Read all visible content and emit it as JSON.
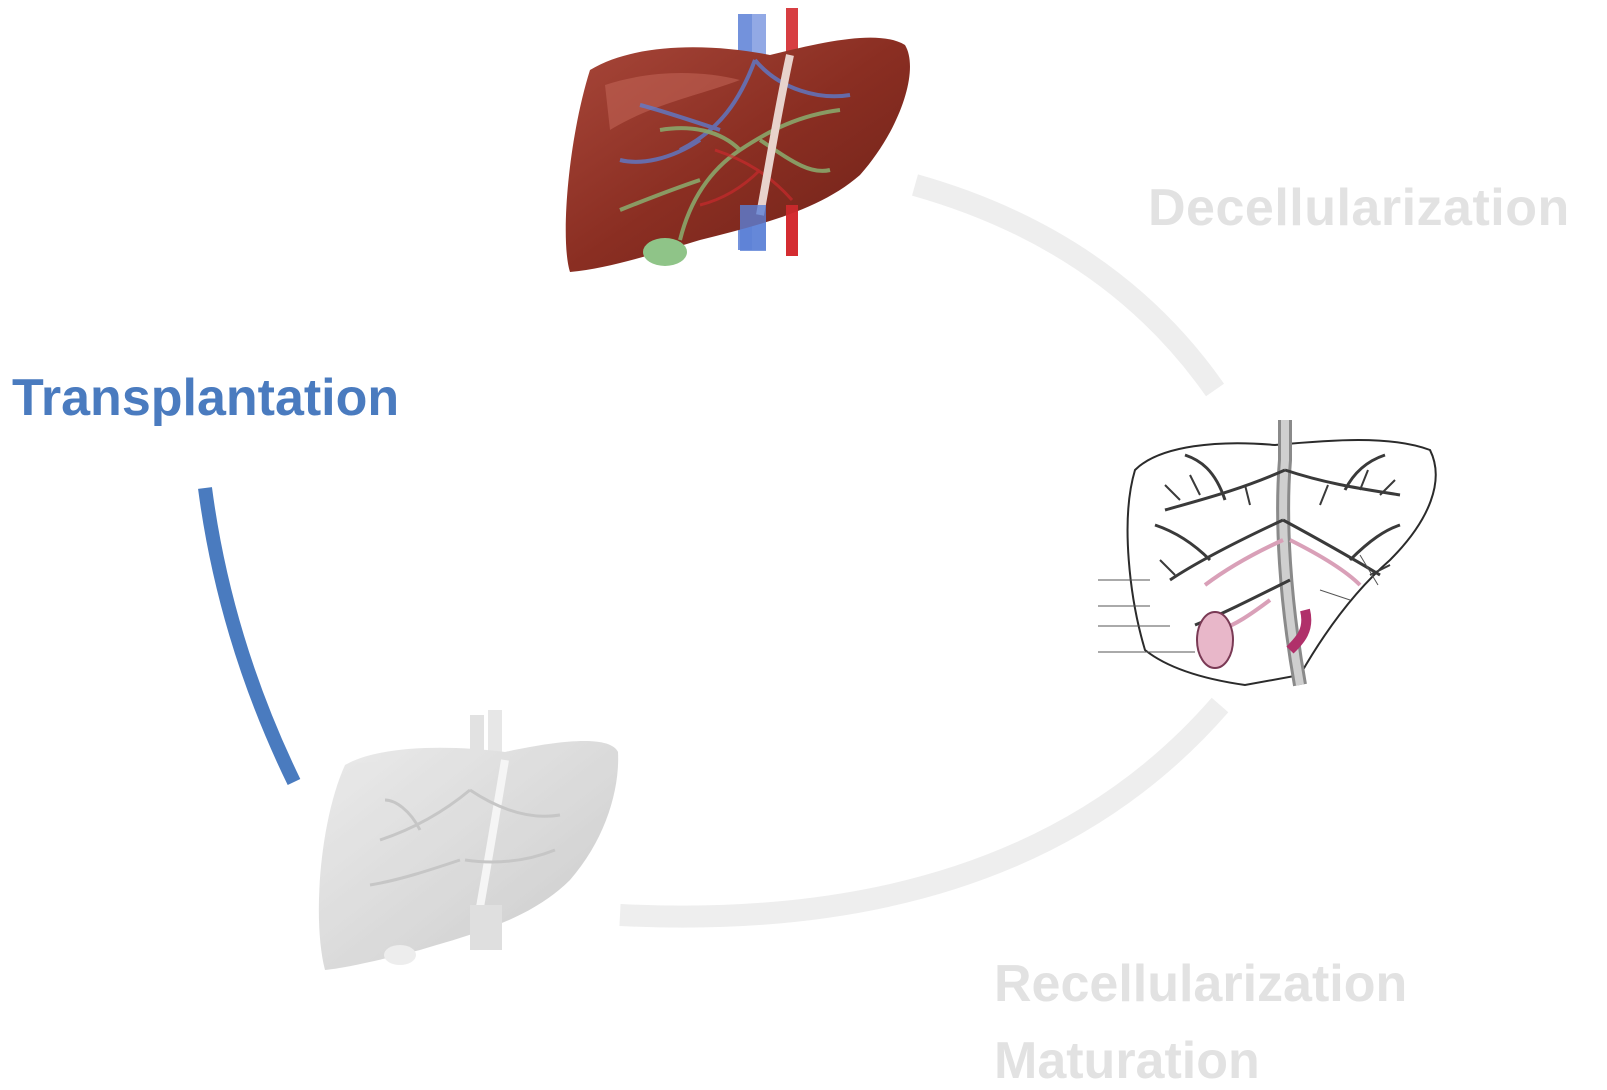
{
  "stages": {
    "decellularization": "Decellularization",
    "transplantation": "Transplantation",
    "recellularization": "Recellularization",
    "maturation": "Maturation"
  },
  "colors": {
    "active_stage": "#4a7bbf",
    "inactive_stage": "#e2e2e2",
    "inactive_arc": "#eeeeee",
    "liver_red": "#8a2e22",
    "liver_gray": "#cfcfcf",
    "vein_blue": "#5a7fd6",
    "artery_red": "#d3292e",
    "duct_green": "#8aa66a",
    "scaffold_pink": "#d9a0b8",
    "scaffold_magenta": "#b0306a"
  },
  "icons": [
    "native-liver-icon",
    "decellularized-scaffold-icon",
    "recellularized-liver-icon"
  ]
}
